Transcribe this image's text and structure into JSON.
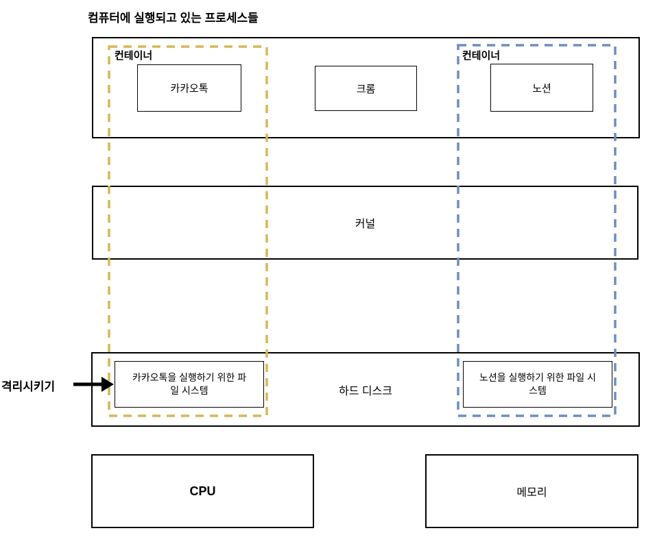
{
  "title": "컴퓨터에 실행되고 있는 프로세스들",
  "colors": {
    "background": "#ffffff",
    "box_border": "#000000",
    "left_container_border": "#D6B656",
    "right_container_border": "#6C8EBF",
    "arrow_color": "#000000"
  },
  "processes": {
    "left_container": {
      "label": "컨테이너",
      "app_label": "카카오톡"
    },
    "middle_app_label": "크롬",
    "right_container": {
      "label": "컨테이너",
      "app_label": "노션"
    }
  },
  "kernel_label": "커널",
  "hard_disk": {
    "label": "하드 디스크",
    "left_filesystem_label": "카카오톡을 실행하기 위한 파일 시스템",
    "right_filesystem_label": "노션을 실행하기 위한 파일 시스템"
  },
  "cpu_label": "CPU",
  "memory_label": "메모리",
  "isolation": {
    "label": "격리시키기"
  }
}
